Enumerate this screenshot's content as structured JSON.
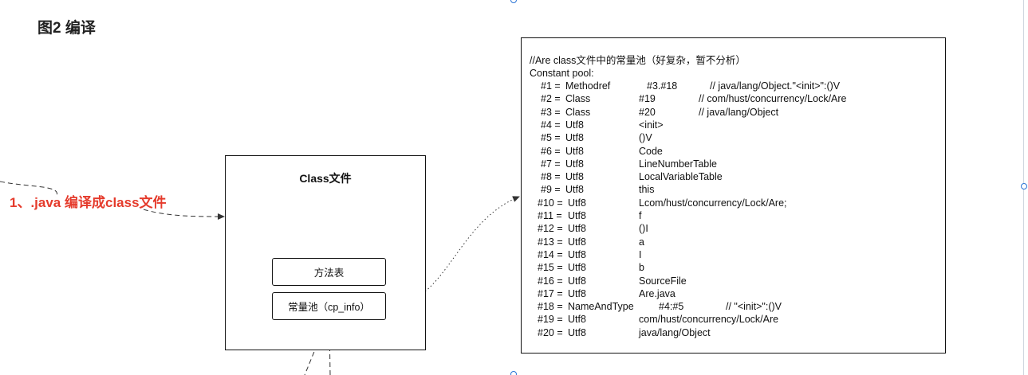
{
  "heading": "图2 编译",
  "compile_label": "1、.java 编译成class文件",
  "class_box": {
    "title": "Class文件",
    "methods_label": "方法表",
    "pool_label": "常量池（cp_info）"
  },
  "constant_pool": {
    "comment": "//Are class文件中的常量池（好复杂，暂不分析）",
    "header": "Constant pool:",
    "entries": [
      {
        "index": "#1 =",
        "type": "Methodref",
        "value": "#3.#18",
        "note": "// java/lang/Object.\"<init>\":()V"
      },
      {
        "index": "#2 =",
        "type": "Class",
        "value": "#19",
        "note": "// com/hust/concurrency/Lock/Are"
      },
      {
        "index": "#3 =",
        "type": "Class",
        "value": "#20",
        "note": "// java/lang/Object"
      },
      {
        "index": "#4 =",
        "type": "Utf8",
        "value": "<init>",
        "note": ""
      },
      {
        "index": "#5 =",
        "type": "Utf8",
        "value": "()V",
        "note": ""
      },
      {
        "index": "#6 =",
        "type": "Utf8",
        "value": "Code",
        "note": ""
      },
      {
        "index": "#7 =",
        "type": "Utf8",
        "value": "LineNumberTable",
        "note": ""
      },
      {
        "index": "#8 =",
        "type": "Utf8",
        "value": "LocalVariableTable",
        "note": ""
      },
      {
        "index": "#9 =",
        "type": "Utf8",
        "value": "this",
        "note": ""
      },
      {
        "index": "#10 =",
        "type": "Utf8",
        "value": "Lcom/hust/concurrency/Lock/Are;",
        "note": ""
      },
      {
        "index": "#11 =",
        "type": "Utf8",
        "value": "f",
        "note": ""
      },
      {
        "index": "#12 =",
        "type": "Utf8",
        "value": "()I",
        "note": ""
      },
      {
        "index": "#13 =",
        "type": "Utf8",
        "value": "a",
        "note": ""
      },
      {
        "index": "#14 =",
        "type": "Utf8",
        "value": "I",
        "note": ""
      },
      {
        "index": "#15 =",
        "type": "Utf8",
        "value": "b",
        "note": ""
      },
      {
        "index": "#16 =",
        "type": "Utf8",
        "value": "SourceFile",
        "note": ""
      },
      {
        "index": "#17 =",
        "type": "Utf8",
        "value": "Are.java",
        "note": ""
      },
      {
        "index": "#18 =",
        "type": "NameAndType",
        "value": "#4:#5",
        "note": "// \"<init>\":()V"
      },
      {
        "index": "#19 =",
        "type": "Utf8",
        "value": "com/hust/concurrency/Lock/Are",
        "note": ""
      },
      {
        "index": "#20 =",
        "type": "Utf8",
        "value": "java/lang/Object",
        "note": ""
      }
    ]
  },
  "colors": {
    "accent_red": "#e53b2c",
    "line": "#111111",
    "selection_handle": "#2a74d5"
  }
}
